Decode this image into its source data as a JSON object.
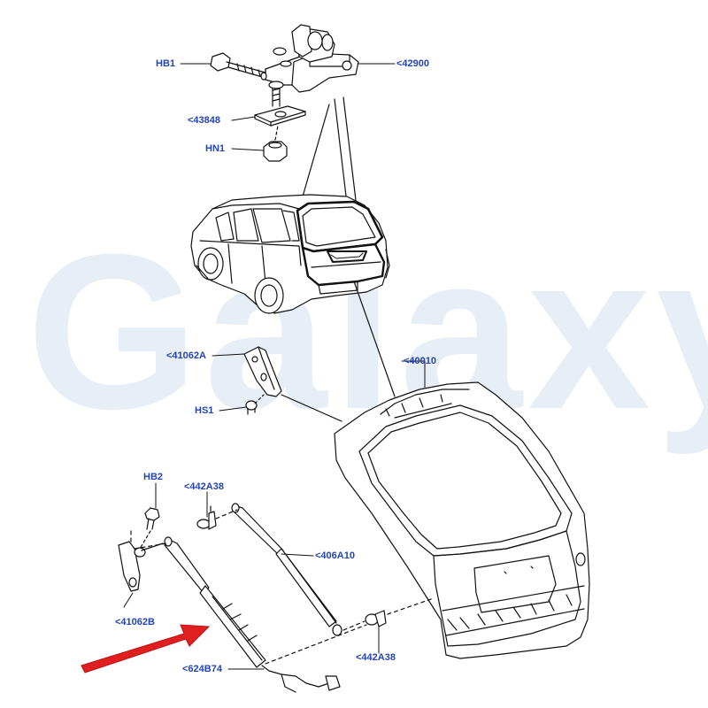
{
  "watermark": "Galaxy",
  "colors": {
    "label": "#2244bb",
    "line": "#111111",
    "arrow": "#e02020",
    "watermark": "#e7eef6"
  },
  "labels": {
    "hb1": "HB1",
    "p42900": "<42900",
    "p43848": "<43848",
    "hn1": "HN1",
    "p41062a": "<41062A",
    "hs1": "HS1",
    "p40010": "<40010",
    "hb2": "HB2",
    "p442a38_top": "<442A38",
    "p406a10": "<406A10",
    "p41062b": "<41062B",
    "p624b74": "<624B74",
    "p442a38_bottom": "<442A38"
  }
}
